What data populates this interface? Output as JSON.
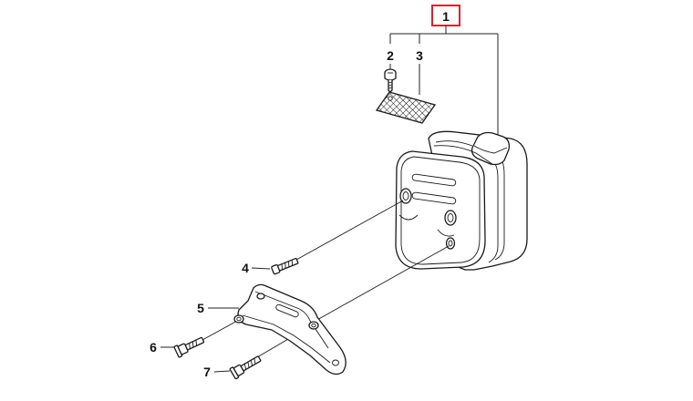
{
  "diagram": {
    "callouts": [
      {
        "id": "1",
        "label": "1",
        "highlighted": true
      },
      {
        "id": "2",
        "label": "2"
      },
      {
        "id": "3",
        "label": "3"
      },
      {
        "id": "4",
        "label": "4"
      },
      {
        "id": "5",
        "label": "5"
      },
      {
        "id": "6",
        "label": "6"
      },
      {
        "id": "7",
        "label": "7"
      }
    ],
    "colors": {
      "highlight_box": "#d9232e",
      "line": "#1a1a1a",
      "background": "#ffffff"
    },
    "icons": {
      "part_2": "screw-icon",
      "part_3": "spark-arrestor-screen-icon",
      "part_1": "muffler-icon",
      "part_4": "bolt-icon",
      "part_5": "muffler-bracket-icon",
      "part_6": "flange-bolt-icon",
      "part_7": "flange-bolt-icon"
    }
  }
}
